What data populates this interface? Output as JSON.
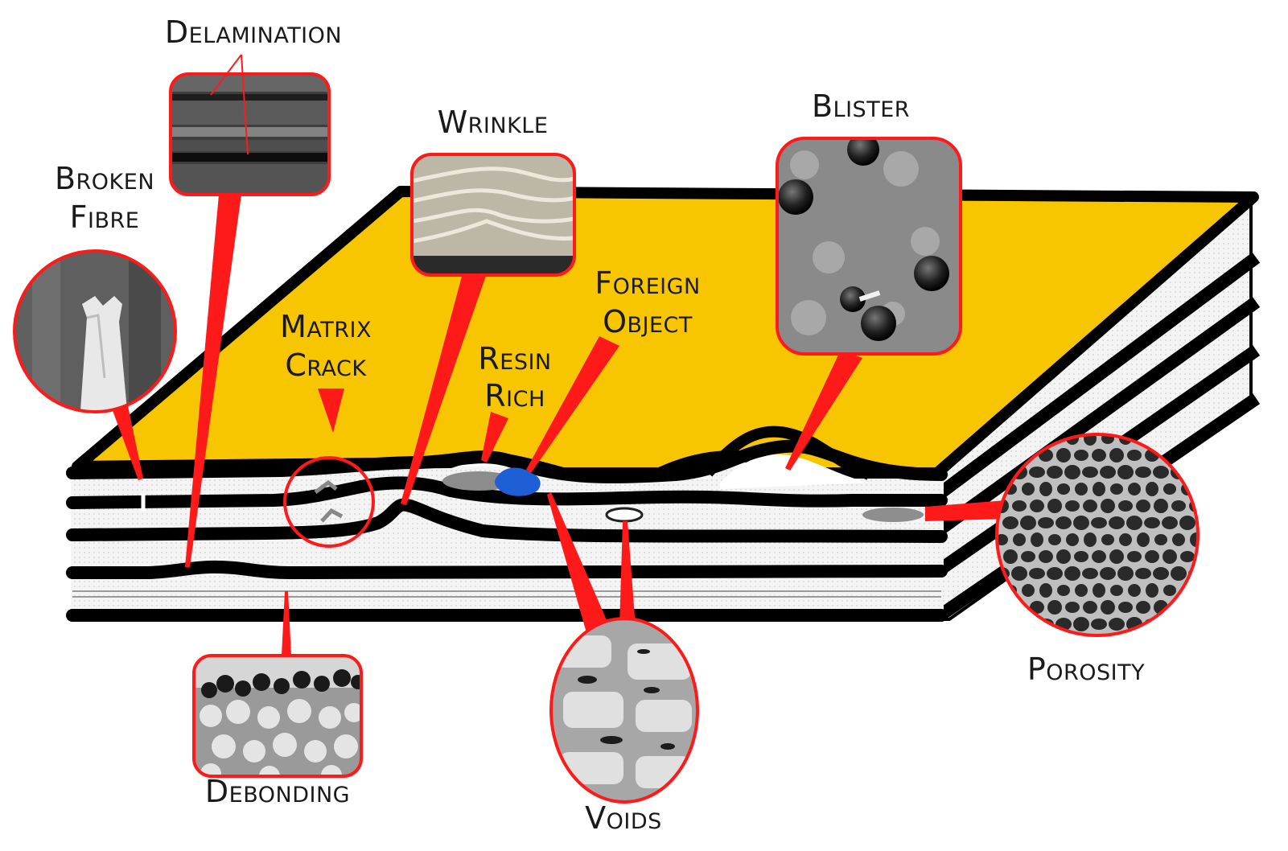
{
  "labels": {
    "delamination": "Delamination",
    "wrinkle": "Wrinkle",
    "blister": "Blister",
    "broken_fibre_1": "Broken",
    "broken_fibre_2": "Fibre",
    "matrix_crack_1": "Matrix",
    "matrix_crack_2": "Crack",
    "foreign_object_1": "Foreign",
    "foreign_object_2": "Object",
    "resin_rich_1": "Resin",
    "resin_rich_2": "Rich",
    "debonding": "Debonding",
    "voids": "Voids",
    "porosity": "Porosity"
  },
  "colors": {
    "surface": "#f7c600",
    "callout": "#ff1a1a",
    "outline": "#000000",
    "foreign_object": "#1f5fd6",
    "resin_rich": "#8c8c8c"
  },
  "icons": {
    "delamination": "micrograph-delamination-icon",
    "wrinkle": "micrograph-wrinkle-icon",
    "blister": "micrograph-blister-icon",
    "broken_fibre": "micrograph-broken-fibre-icon",
    "debonding": "micrograph-debonding-icon",
    "voids": "micrograph-voids-icon",
    "porosity": "micrograph-porosity-icon"
  }
}
